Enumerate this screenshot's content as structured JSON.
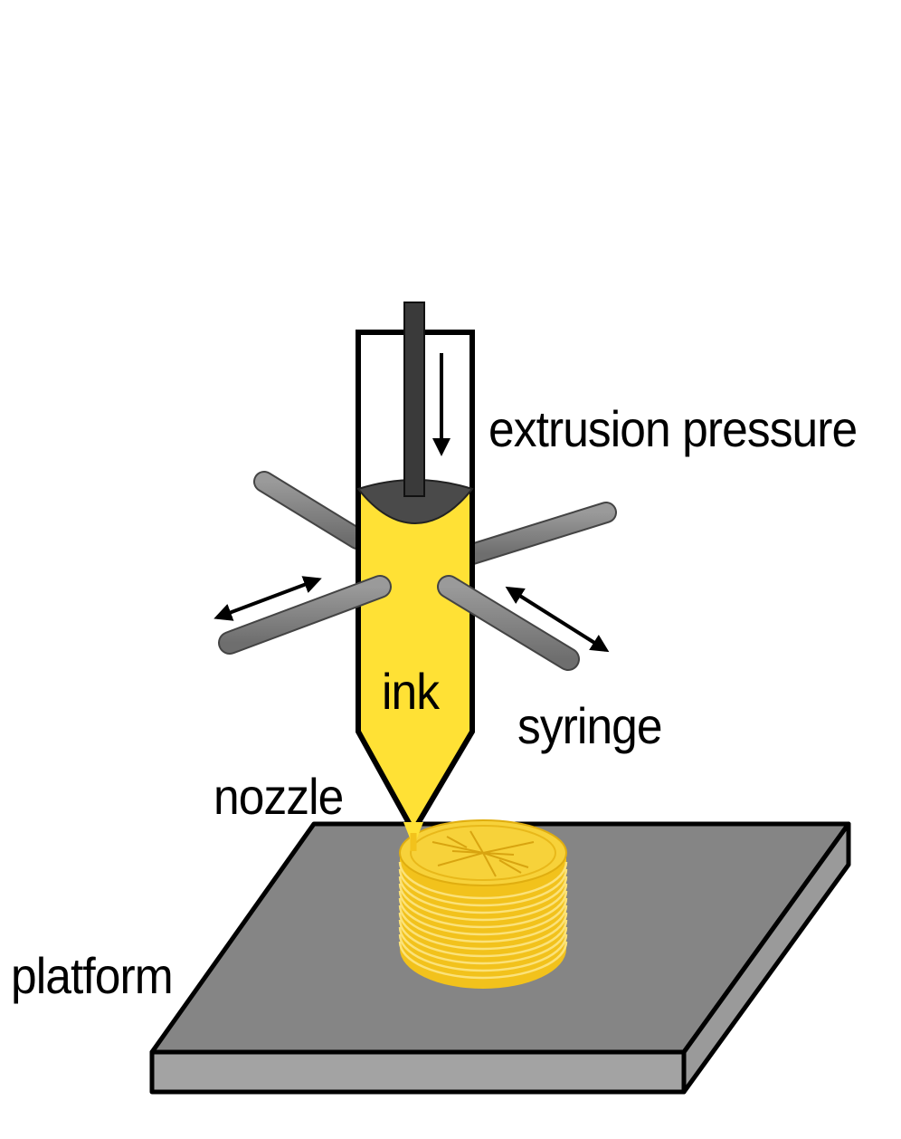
{
  "labels": {
    "extrusion_pressure": "extrusion pressure",
    "ink": "ink",
    "syringe": "syringe",
    "nozzle": "nozzle",
    "platform": "platform"
  },
  "colors": {
    "ink": "#ffe135",
    "printed_object": "#f2c21c",
    "platform_top": "#858585",
    "platform_side": "#a3a3a3",
    "rods": "#8a8a8a",
    "plunger": "#3a3a3a"
  }
}
